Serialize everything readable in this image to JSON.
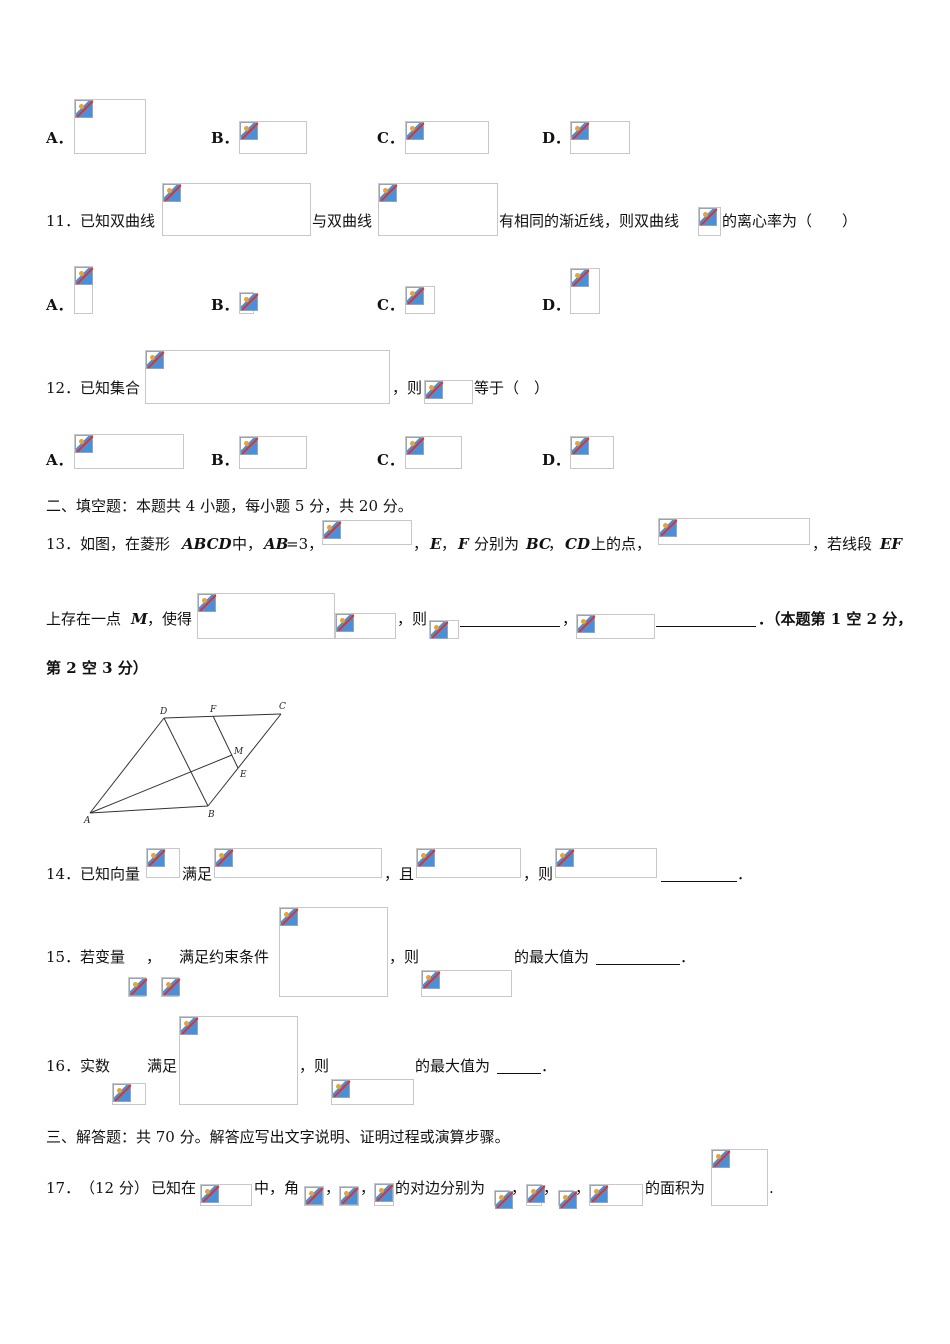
{
  "q10": {
    "opt_a": "A．",
    "opt_b": "B．",
    "opt_c": "C．",
    "opt_d": "D．"
  },
  "q11": {
    "num": "11．",
    "p1": "已知双曲线",
    "p2": "与双曲线",
    "p3": "有相同的渐近线，则双曲线",
    "p4": "的离心率为（　　）",
    "opt_a": "A．",
    "opt_b": "B．",
    "opt_c": "C．",
    "opt_d": "D．"
  },
  "q12": {
    "num": "12．",
    "p1": "已知集合",
    "p2": "，则",
    "p3": "等于（　）",
    "opt_a": "A．",
    "opt_b": "B．",
    "opt_c": "C．",
    "opt_d": "D．"
  },
  "section2": {
    "heading": "二、填空题：本题共 4 小题，每小题 5 分，共 20 分。"
  },
  "q13": {
    "num": "13．",
    "p1": "如图，在菱形",
    "abcd": "ABCD",
    "p2": "中，",
    "ab": "AB",
    "p3": "=3，",
    "p4": "，",
    "e": "E",
    "p5": "，",
    "f": "F",
    "p6": "分别为",
    "bc": "BC",
    "p7": "，",
    "cd": "CD",
    "p8": "上的点，",
    "p9": "，若线段",
    "ef": "EF",
    "l2_p1": "上存在一点",
    "m": "M",
    "l2_p2": "，使得",
    "l2_p3": "，则",
    "l2_p4": "，",
    "l2_p5": "．（本题第 1 空 2 分，",
    "l3": "第 2 空 3 分）"
  },
  "figure": {
    "labels": {
      "a": "A",
      "b": "B",
      "c": "C",
      "d": "D",
      "e": "E",
      "f": "F",
      "m": "M"
    }
  },
  "q14": {
    "num": "14．",
    "p1": "已知向量",
    "p2": "满足",
    "p3": "，且",
    "p4": "，则",
    "end": "．"
  },
  "q15": {
    "num": "15．",
    "p1": "若变量",
    "p2": "，",
    "p3": "满足约束条件",
    "p4": "，则",
    "p5": "的最大值为",
    "end": "．"
  },
  "q16": {
    "num": "16．",
    "p1": "实数",
    "p2": "满足",
    "p3": "，则",
    "p4": "的最大值为",
    "end": "．"
  },
  "section3": {
    "heading": "三、解答题：共 70 分。解答应写出文字说明、证明过程或演算步骤。"
  },
  "q17": {
    "num": "17．",
    "score": "（12 分）",
    "p1": "已知在",
    "p2": "中，角",
    "comma": "，",
    "p3": "的对边分别为",
    "p4": "的面积为",
    "end": "."
  }
}
